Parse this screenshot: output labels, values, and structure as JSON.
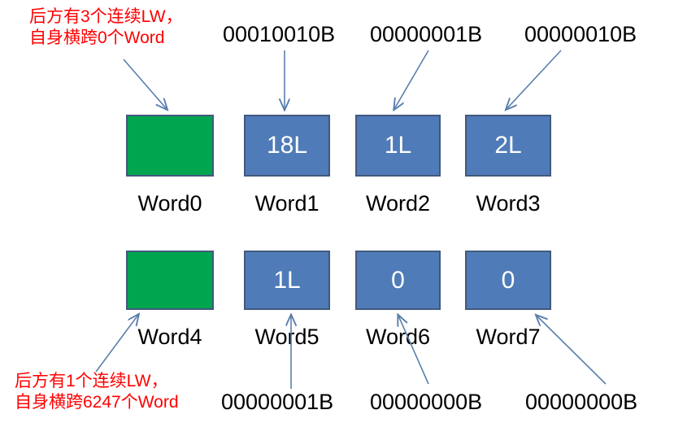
{
  "annotations": {
    "top": {
      "line1": "后方有3个连续LW，",
      "line2": "自身横跨0个Word",
      "color": "#ff0000"
    },
    "bottom": {
      "line1": "后方有1个连续LW，",
      "line2": "自身横跨6247个Word",
      "color": "#ff0000"
    }
  },
  "colors": {
    "blue_fill": "#4f7cb8",
    "green_fill": "#00a54f",
    "box_border": "#41597d",
    "arrow": "#5b7fad",
    "text": "#000000",
    "annotation": "#ff0000",
    "box_text": "#ffffff"
  },
  "rows": [
    {
      "boxes": [
        {
          "label": "Word0",
          "value": "",
          "fill": "green",
          "binary": ""
        },
        {
          "label": "Word1",
          "value": "18L",
          "fill": "blue",
          "binary": "00010010B"
        },
        {
          "label": "Word2",
          "value": "1L",
          "fill": "blue",
          "binary": "00000001B"
        },
        {
          "label": "Word3",
          "value": "2L",
          "fill": "blue",
          "binary": "00000010B"
        }
      ]
    },
    {
      "boxes": [
        {
          "label": "Word4",
          "value": "",
          "fill": "green",
          "binary": ""
        },
        {
          "label": "Word5",
          "value": "1L",
          "fill": "blue",
          "binary": "00000001B"
        },
        {
          "label": "Word6",
          "value": "0",
          "fill": "blue",
          "binary": "00000000B"
        },
        {
          "label": "Word7",
          "value": "0",
          "fill": "blue",
          "binary": "00000000B"
        }
      ]
    }
  ],
  "binary_labels": {
    "top": [
      "00010010B",
      "00000001B",
      "00000010B"
    ],
    "bottom": [
      "00000001B",
      "00000000B",
      "00000000B"
    ]
  }
}
